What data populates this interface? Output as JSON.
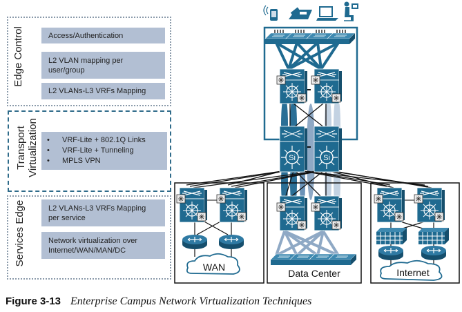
{
  "figure": {
    "number_label": "Figure 3-13",
    "title": "Enterprise Campus Network Virtualization Techniques"
  },
  "sections": {
    "edge_control": {
      "label": "Edge Control",
      "items": [
        "Access/Authentication",
        "L2 VLAN mapping per user/group",
        "L2 VLANs-L3 VRFs Mapping"
      ]
    },
    "transport_virtualization": {
      "label_line1": "Transport",
      "label_line2": "Virtualization",
      "bullets": [
        "VRF-Lite + 802.1Q Links",
        "VRF-Lite + Tunneling",
        "MPLS VPN"
      ]
    },
    "services_edge": {
      "label": "Services Edge",
      "items": [
        "L2 VLANs-L3 VRFs Mapping per service",
        "Network virtualization over Internet/WAN/MAN/DC"
      ]
    }
  },
  "network": {
    "endpoints": [
      "smartphone-icon",
      "ip-phone-icon",
      "laptop-icon",
      "user-at-desk-icon"
    ],
    "blocks": {
      "wan": {
        "label": "WAN"
      },
      "data_center": {
        "label": "Data Center"
      },
      "internet": {
        "label": "Internet"
      }
    },
    "core_switch_label": "Si"
  },
  "colors": {
    "device_blue": "#1f6a90",
    "box_fill": "#b2bfd3",
    "dashed_border": "#2f6b8a",
    "dotted_border": "#8a9aaa",
    "vrf_pipe_dark": "#2a6f96",
    "vrf_pipe_light": "#c3d2e2"
  }
}
